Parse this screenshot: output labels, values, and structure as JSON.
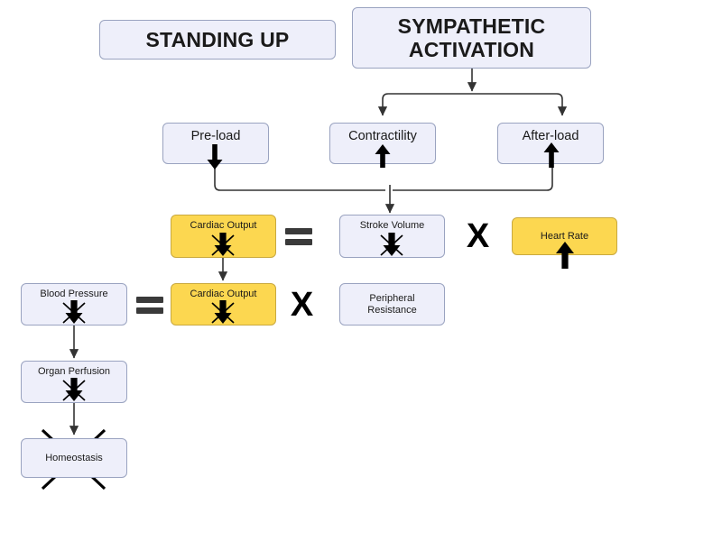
{
  "diagram": {
    "title": "Orthostatic response flow diagram",
    "background": "#ffffff",
    "colors": {
      "box_fill_blue": "#eeeffa",
      "box_border_blue": "#9aa3c0",
      "box_fill_yellow": "#fcd750",
      "box_border_yellow": "#c9a93f",
      "connector": "#333333",
      "glyph": "#000000",
      "equals": "#3a3a3a"
    },
    "nodes": {
      "standing_up": {
        "label": "STANDING UP"
      },
      "sympathetic_activation": {
        "label": "SYMPATHETIC ACTIVATION"
      },
      "preload": {
        "label": "Pre-load",
        "trend": "down"
      },
      "contractility": {
        "label": "Contractility",
        "trend": "up"
      },
      "afterload": {
        "label": "After-load",
        "trend": "up"
      },
      "cardiac_output_1": {
        "label": "Cardiac Output",
        "trend": "down-blocked"
      },
      "stroke_volume": {
        "label": "Stroke Volume",
        "trend": "down-blocked"
      },
      "heart_rate": {
        "label": "Heart Rate",
        "trend": "up"
      },
      "blood_pressure": {
        "label": "Blood Pressure",
        "trend": "down-blocked"
      },
      "cardiac_output_2": {
        "label": "Cardiac Output",
        "trend": "down-blocked"
      },
      "peripheral_resistance": {
        "label": "Peripheral Resistance",
        "trend": "none"
      },
      "organ_perfusion": {
        "label": "Organ Perfusion",
        "trend": "down-blocked"
      },
      "homeostasis": {
        "label": "Homeostasis",
        "trend": "none",
        "struck_out": true
      }
    },
    "operators": {
      "equals_row1": "=",
      "times_row1": "X",
      "equals_row2": "=",
      "times_row2": "X"
    },
    "equations": {
      "row1": "Cardiac Output = Stroke Volume X Heart Rate",
      "row2": "Blood Pressure = Cardiac Output X Peripheral Resistance"
    }
  }
}
